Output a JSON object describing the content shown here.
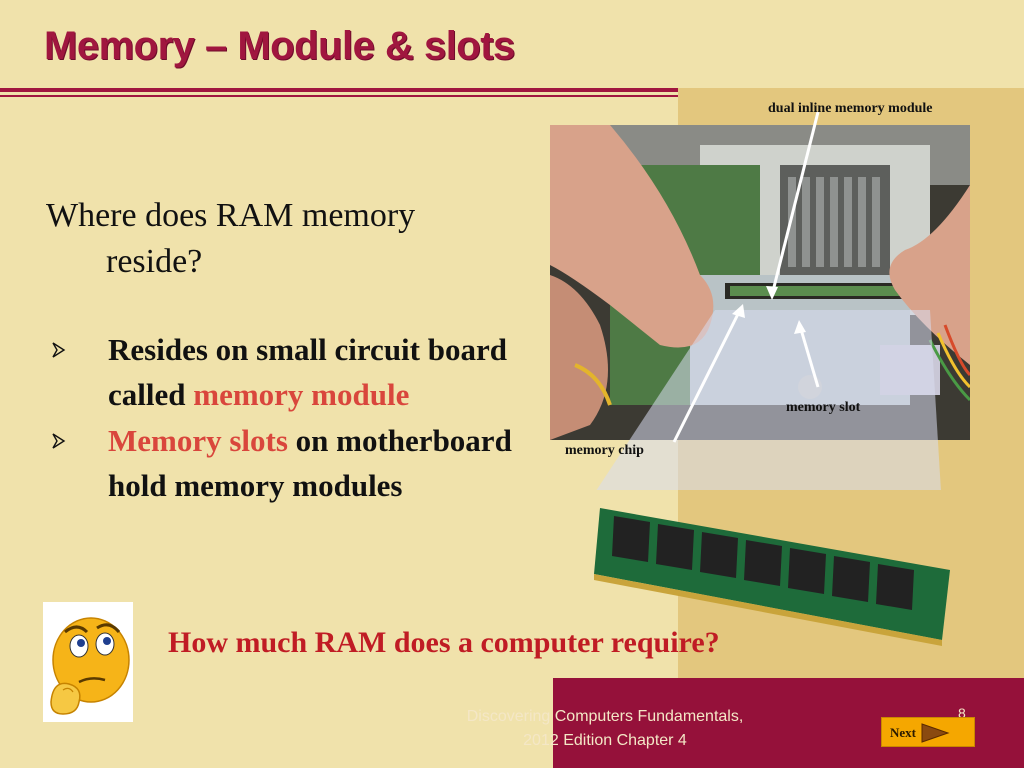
{
  "slide": {
    "title": "Memory – Module &  slots",
    "question_line1": "Where does RAM memory",
    "question_line2": "reside?",
    "bullets": [
      {
        "before": "Resides on small circuit board called ",
        "highlight": "memory module",
        "after": ""
      },
      {
        "before": "",
        "highlight": "Memory slots",
        "after": " on motherboard hold memory modules"
      }
    ],
    "ram_question": "How much RAM does a computer require?"
  },
  "figure": {
    "label_dimm": "dual inline memory module",
    "label_slot": "memory slot",
    "label_chip": "memory chip"
  },
  "footer": {
    "line1": "Discovering Computers Fundamentals,",
    "line2": "2012  Edition Chapter 4",
    "page": "8",
    "next_label": "Next"
  },
  "colors": {
    "background": "#f0e2ab",
    "title": "#a0163f",
    "highlight": "#d9463c",
    "question_red": "#c01c24",
    "footer_band": "#95113a",
    "next_button": "#f5a700"
  }
}
